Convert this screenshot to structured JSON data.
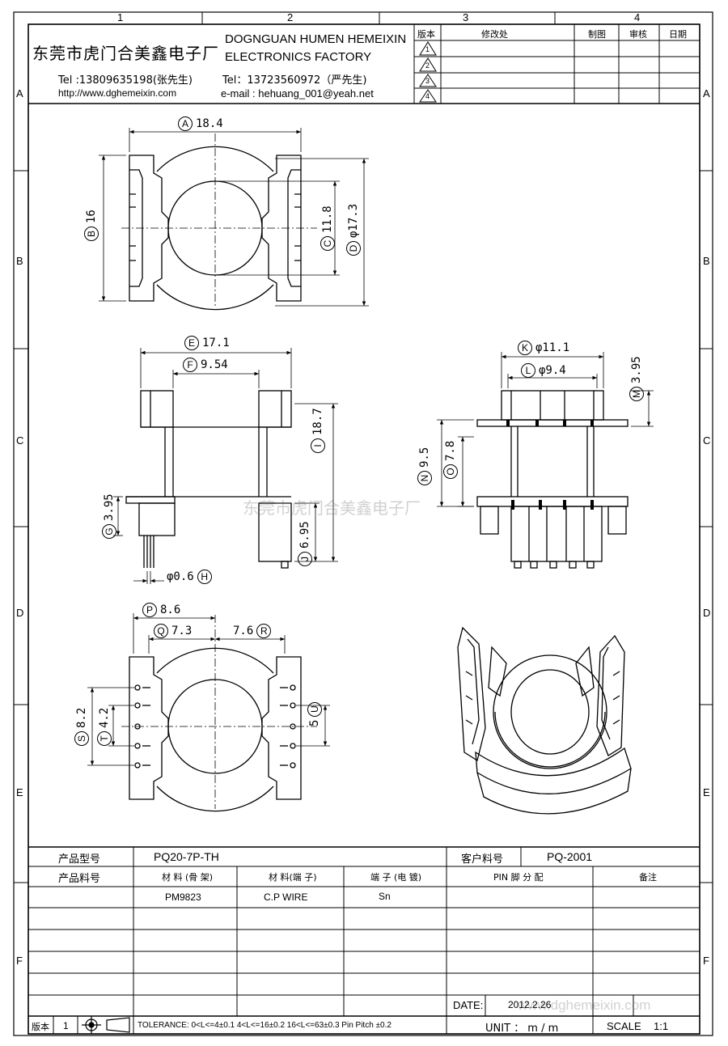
{
  "grid": {
    "cols": [
      "1",
      "2",
      "3",
      "4"
    ],
    "rows": [
      "A",
      "B",
      "C",
      "D",
      "E",
      "F"
    ]
  },
  "header": {
    "company_cn": "东莞市虎门合美鑫电子厂",
    "company_en_1": "DOGNGUAN HUMEN HEMEIXIN",
    "company_en_2": "ELECTRONICS FACTORY",
    "tel1": "Tel :13809635198(张先生)",
    "url": "http://www.dghemeixin.com",
    "tel2": "Tel：13723560972（严先生)",
    "email": "e-mail : hehuang_001@yeah.net"
  },
  "revision_table": {
    "headers": [
      "版本",
      "修改处",
      "制图",
      "审核",
      "日期"
    ],
    "rows": [
      "1",
      "2",
      "3",
      "4"
    ]
  },
  "dimensions": {
    "A": {
      "letter": "A",
      "value": "18.4"
    },
    "B": {
      "letter": "B",
      "value": "16"
    },
    "C": {
      "letter": "C",
      "value": "11.8"
    },
    "D": {
      "letter": "D",
      "value": "φ17.3"
    },
    "E": {
      "letter": "E",
      "value": "17.1"
    },
    "F": {
      "letter": "F",
      "value": "9.54"
    },
    "G": {
      "letter": "G",
      "value": "3.95"
    },
    "H": {
      "letter": "H",
      "value": "φ0.6"
    },
    "I": {
      "letter": "I",
      "value": "18.7"
    },
    "J": {
      "letter": "J",
      "value": "6.95"
    },
    "K": {
      "letter": "K",
      "value": "φ11.1"
    },
    "L": {
      "letter": "L",
      "value": "φ9.4"
    },
    "M": {
      "letter": "M",
      "value": "3.95"
    },
    "N": {
      "letter": "N",
      "value": "9.5"
    },
    "O": {
      "letter": "O",
      "value": "7.8"
    },
    "P": {
      "letter": "P",
      "value": "8.6"
    },
    "Q": {
      "letter": "Q",
      "value": "7.3"
    },
    "R": {
      "letter": "R",
      "value": "7.6"
    },
    "S": {
      "letter": "S",
      "value": "8.2"
    },
    "T": {
      "letter": "T",
      "value": "4.2"
    },
    "U": {
      "letter": "U",
      "value": "5"
    }
  },
  "watermark": {
    "center": "东莞市虎门合美鑫电子厂",
    "bottom": "www.dghemeixin.com"
  },
  "info_table": {
    "product_model_label": "产品型号",
    "product_model": "PQ20-7P-TH",
    "customer_pn_label": "客户料号",
    "customer_pn": "PQ-2001",
    "product_pn_label": "产品料号",
    "material_frame_label": "材 料 (骨 架)",
    "material_pin_label": "材 料(端 子)",
    "pin_plating_label": "端 子 (电 镀)",
    "pin_assign_label": "PIN 脚 分 配",
    "remark_label": "备注",
    "material_frame": "PM9823",
    "material_pin": "C.P WIRE",
    "pin_plating": "Sn"
  },
  "footer": {
    "date_label": "DATE:",
    "date_value": "2012.2.26",
    "version_label": "版本",
    "version_value": "1",
    "tolerance": "TOLERANCE:  0<L<=4±0.1  4<L<=16±0.2  16<L<=63±0.3  Pin Pitch  ±0.2",
    "unit": "UNIT ： m / m",
    "scale_label": "SCALE",
    "scale_value": "1:1"
  }
}
